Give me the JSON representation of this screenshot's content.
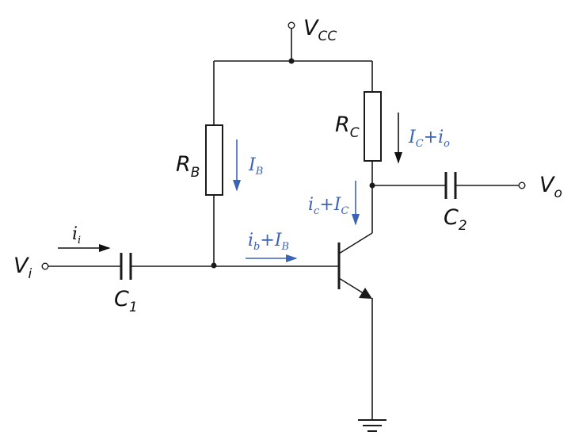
{
  "colors": {
    "wire": "#1a1a1a",
    "current_blue": "#3a62b5",
    "current_black": "#111111",
    "background": "#ffffff"
  },
  "labels": {
    "vcc": {
      "main": "V",
      "sub": "CC"
    },
    "vi": {
      "main": "V",
      "sub": "i"
    },
    "vo": {
      "main": "V",
      "sub": "o"
    },
    "rb": {
      "main": "R",
      "sub": "B"
    },
    "rc": {
      "main": "R",
      "sub": "C"
    },
    "c1": {
      "main": "C",
      "sub": "1"
    },
    "c2": {
      "main": "C",
      "sub": "2"
    }
  },
  "currents": {
    "ii": {
      "main": "i",
      "sub": "i"
    },
    "ib_dc": {
      "main": "I",
      "sub": "B"
    },
    "ib_total": {
      "a": "i",
      "a_sub": "b",
      "op": "+",
      "b": "I",
      "b_sub": "B"
    },
    "ic_total": {
      "a": "i",
      "a_sub": "c",
      "op": "+",
      "b": "I",
      "b_sub": "C"
    },
    "io_total": {
      "a": "I",
      "a_sub": "C",
      "op": "+",
      "b": "i",
      "b_sub": "o"
    }
  }
}
